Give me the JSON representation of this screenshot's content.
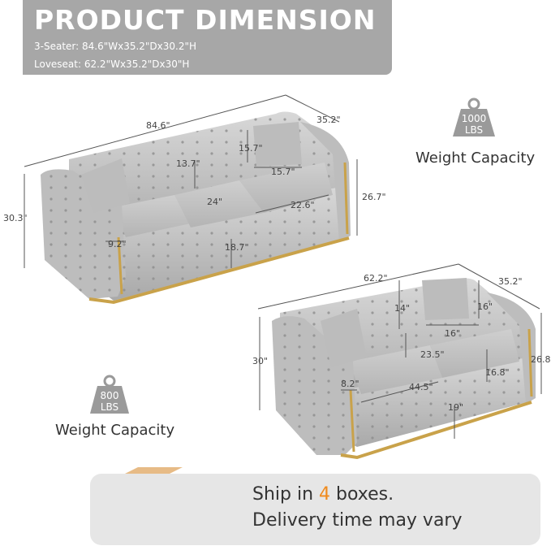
{
  "header": {
    "title": "PRODUCT DIMENSION",
    "specs": [
      "3-Seater: 84.6\"Wx35.2\"Dx30.2\"H",
      "Loveseat: 62.2\"Wx35.2\"Dx30\"H"
    ]
  },
  "sofa_3seater": {
    "dimensions": {
      "width": "84.6\"",
      "depth": "35.2\"",
      "height": "30.3\"",
      "arm_height": "26.7\"",
      "pillow_h": "15.7\"",
      "pillow_w": "15.7\"",
      "back_h": "13.7\"",
      "seat_depth": "24\"",
      "seat_width": "22.6\"",
      "arm_w": "9.2\"",
      "seat_h": "18.7\""
    },
    "weight_capacity": {
      "value": "1000",
      "unit": "LBS",
      "label": "Weight Capacity"
    }
  },
  "loveseat": {
    "dimensions": {
      "width": "62.2\"",
      "depth": "35.2\"",
      "height": "30\"",
      "arm_height": "26.8\"",
      "back_h": "14\"",
      "pillow_h": "16\"",
      "pillow_w": "16\"",
      "seat_depth": "23.5\"",
      "seat_h2": "16.8\"",
      "arm_w": "8.2\"",
      "seat_width": "44.5\"",
      "seat_h": "19\""
    },
    "weight_capacity": {
      "value": "800",
      "unit": "LBS",
      "label": "Weight Capacity"
    }
  },
  "shipping": {
    "line1_prefix": "Ship in ",
    "box_count": "4",
    "line1_suffix": " boxes.",
    "line2": "Delivery time may vary"
  },
  "colors": {
    "header_bg": "#a7a7a7",
    "accent": "#f08a1c",
    "sofa": "#c9c9c9",
    "gold": "#c9a24a"
  }
}
